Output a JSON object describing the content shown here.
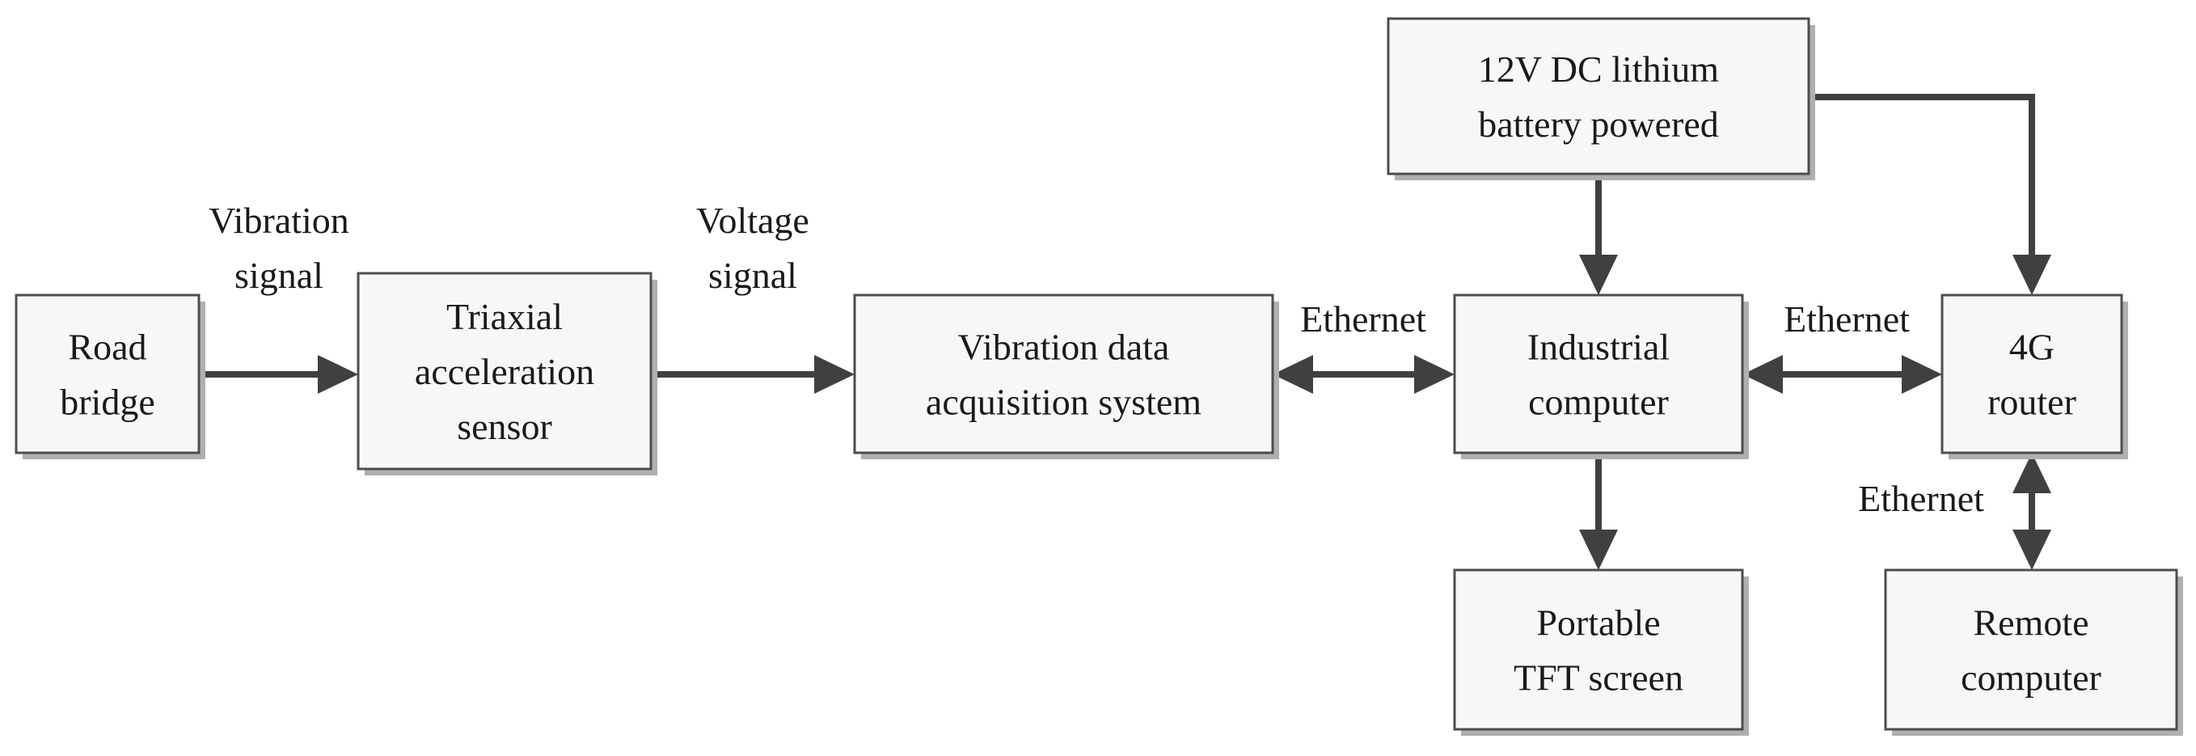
{
  "nodes": [
    {
      "id": "road-bridge",
      "lines": [
        "Road",
        "bridge"
      ]
    },
    {
      "id": "triaxial-sensor",
      "lines": [
        "Triaxial",
        "acceleration",
        "sensor"
      ]
    },
    {
      "id": "daq-system",
      "lines": [
        "Vibration data",
        "acquisition system"
      ]
    },
    {
      "id": "industrial-computer",
      "lines": [
        "Industrial",
        "computer"
      ]
    },
    {
      "id": "router-4g",
      "lines": [
        "4G",
        "router"
      ]
    },
    {
      "id": "battery",
      "lines": [
        "12V DC lithium",
        "battery powered"
      ]
    },
    {
      "id": "tft-screen",
      "lines": [
        "Portable",
        "TFT screen"
      ]
    },
    {
      "id": "remote-computer",
      "lines": [
        "Remote",
        "computer"
      ]
    }
  ],
  "edges": [
    {
      "id": "bridge-to-sensor",
      "from": "road-bridge",
      "to": "triaxial-sensor",
      "direction": "forward",
      "lines": [
        "Vibration",
        "signal"
      ]
    },
    {
      "id": "sensor-to-daq",
      "from": "triaxial-sensor",
      "to": "daq-system",
      "direction": "forward",
      "lines": [
        "Voltage",
        "signal"
      ]
    },
    {
      "id": "daq-computer",
      "from": "daq-system",
      "to": "industrial-computer",
      "direction": "both",
      "lines": [
        "Ethernet"
      ]
    },
    {
      "id": "computer-router",
      "from": "industrial-computer",
      "to": "router-4g",
      "direction": "both",
      "lines": [
        "Ethernet"
      ]
    },
    {
      "id": "router-remote",
      "from": "router-4g",
      "to": "remote-computer",
      "direction": "both",
      "lines": [
        "Ethernet"
      ]
    },
    {
      "id": "battery-to-computer",
      "from": "battery",
      "to": "industrial-computer",
      "direction": "forward",
      "lines": []
    },
    {
      "id": "battery-to-router",
      "from": "battery",
      "to": "router-4g",
      "direction": "forward",
      "lines": []
    },
    {
      "id": "computer-to-screen",
      "from": "industrial-computer",
      "to": "tft-screen",
      "direction": "forward",
      "lines": []
    }
  ]
}
